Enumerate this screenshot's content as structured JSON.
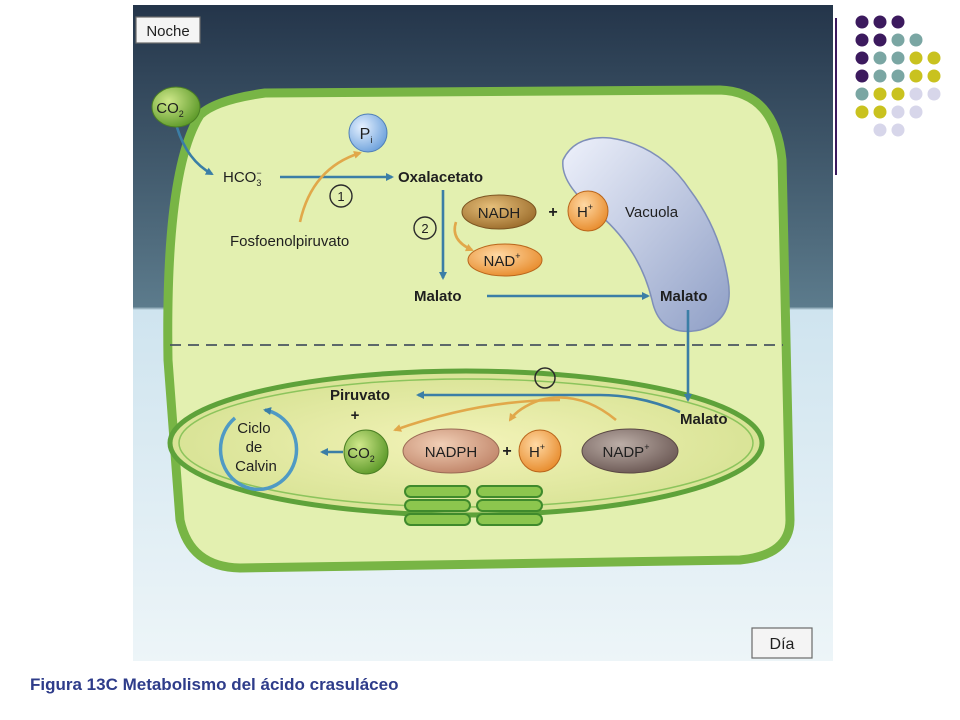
{
  "labels": {
    "night": "Noche",
    "day": "Día",
    "co2_outside": "CO",
    "co2_outside_sub": "2",
    "pi": "P",
    "pi_sub": "i",
    "hco3": "HCO",
    "hco3_sub": "3",
    "hco3_sup": "−",
    "oxalacetato": "Oxalacetato",
    "fosfoenolpiruvato": "Fosfoenolpiruvato",
    "step1": "1",
    "step2": "2",
    "nadh": "NADH",
    "plus1": "+",
    "h_plus_1": "H",
    "h_plus_1_sup": "+",
    "nad_plus": "NAD",
    "nad_plus_sup": "+",
    "vacuola": "Vacuola",
    "malato_cyto": "Malato",
    "malato_vacuole": "Malato",
    "malato_chloro": "Malato",
    "piruvato": "Piruvato",
    "plus_piruvato": "+",
    "calvin_1": "Ciclo",
    "calvin_2": "de",
    "calvin_3": "Calvin",
    "co2_inner": "CO",
    "co2_inner_sub": "2",
    "nadph": "NADPH",
    "plus2": "+",
    "h_plus_2": "H",
    "h_plus_2_sup": "+",
    "nadp_plus": "NADP",
    "nadp_plus_sup": "+"
  },
  "caption": "Figura 13C Metabolismo del ácido crasuláceo",
  "colors": {
    "purple": "#3c1a5e",
    "teal": "#7aa6a3",
    "yellow": "#c9c21f",
    "lavender": "#d7d6ea",
    "arrow": "#3b7ea6",
    "orange_arrow": "#e1a84a"
  }
}
